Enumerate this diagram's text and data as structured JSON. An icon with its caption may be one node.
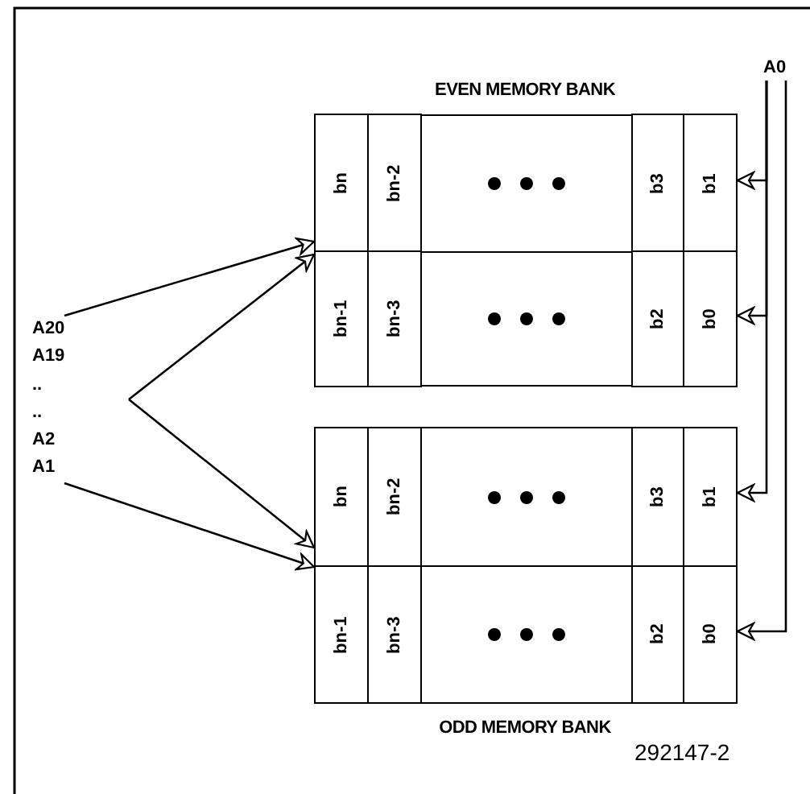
{
  "diagram": {
    "nodes": [
      {
        "text": [
          "A20 A19 .. .. A2 A1"
        ]
      },
      {
        "text": [
          "A0"
        ]
      },
      {
        "text": [
          "EVEN MEMORY BANK"
        ]
      },
      {
        "text": [
          "bn"
        ],
        "in": 2
      },
      {
        "text": [
          "bn-2"
        ],
        "in": 2
      },
      {
        "text": [],
        "shape": "box",
        "in": 2
      },
      {
        "text": [
          "b3"
        ],
        "in": 2
      },
      {
        "text": [
          "b1"
        ],
        "in": 2
      },
      {
        "text": [
          "bn-1"
        ],
        "in": 2
      },
      {
        "text": [
          "bn-3"
        ],
        "in": 2
      },
      {
        "text": [],
        "shape": "box",
        "in": 2
      },
      {
        "text": [
          "b2"
        ],
        "in": 2
      },
      {
        "text": [
          "b0"
        ],
        "in": 2
      },
      {
        "text": [
          "ODD MEMORY BANK"
        ]
      },
      {
        "text": [
          "bn"
        ],
        "in": 13
      },
      {
        "text": [
          "bn-2"
        ],
        "in": 13
      },
      {
        "text": [],
        "shape": "box",
        "in": 13
      },
      {
        "text": [
          "b3"
        ],
        "in": 13
      },
      {
        "text": [
          "b1"
        ],
        "in": 13
      },
      {
        "text": [
          "bn-1"
        ],
        "in": 13
      },
      {
        "text": [
          "bn-3"
        ],
        "in": 13
      },
      {
        "text": [],
        "shape": "box",
        "in": 13
      },
      {
        "text": [
          "b2"
        ],
        "in": 13
      },
      {
        "text": [
          "b0"
        ],
        "in": 13
      }
    ],
    "edges": [
      {
        "from": 0,
        "to": 2,
        "arrow": "to"
      },
      {
        "from": 0,
        "to": 2,
        "arrow": "to"
      },
      {
        "from": 0,
        "to": 13,
        "arrow": "to"
      },
      {
        "from": 0,
        "to": 13,
        "arrow": "to"
      },
      {
        "from": 1,
        "to": 7,
        "arrow": "to"
      },
      {
        "from": 1,
        "to": 12,
        "arrow": "to"
      },
      {
        "from": 1,
        "to": 18,
        "arrow": "to"
      },
      {
        "from": 1,
        "to": 23,
        "arrow": "to"
      }
    ],
    "labels": [
      "292147-2"
    ]
  }
}
